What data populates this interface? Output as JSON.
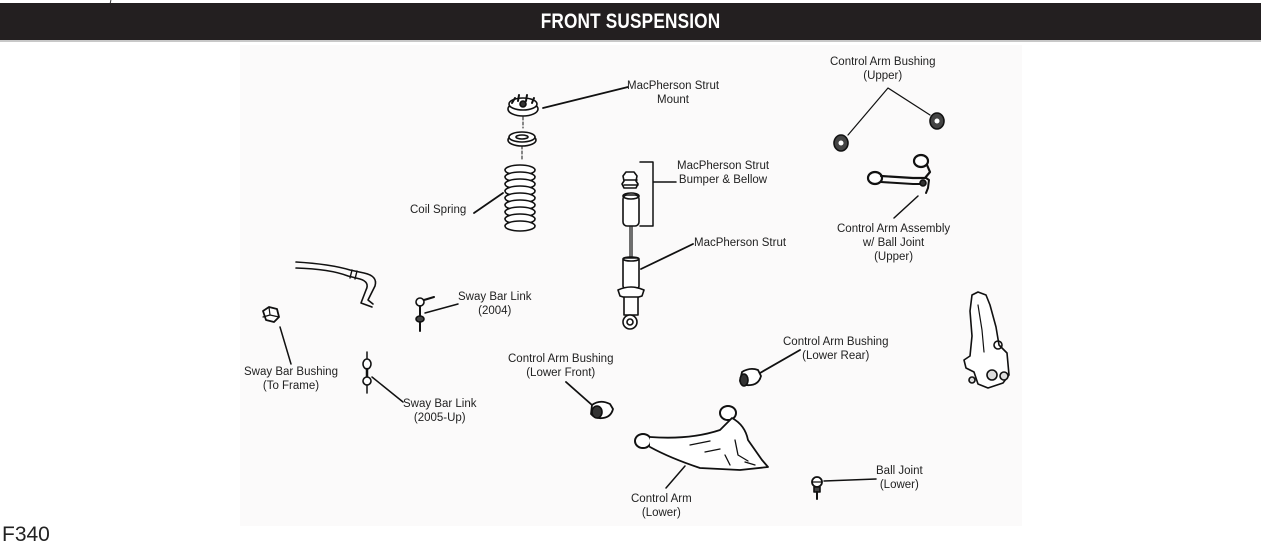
{
  "header": {
    "title": "FRONT SUSPENSION"
  },
  "figure_code": "F340",
  "colors": {
    "header_bg": "#231f20",
    "header_text": "#ffffff",
    "line": "#111111",
    "panel_bg": "#fbfafa"
  },
  "labels": {
    "strut_mount": [
      "MacPherson Strut",
      "Mount"
    ],
    "coil_spring": [
      "Coil Spring"
    ],
    "strut_bumper": [
      "MacPherson Strut",
      "Bumper & Bellow"
    ],
    "strut": [
      "MacPherson Strut"
    ],
    "ca_bushing_upper": [
      "Control Arm Bushing",
      "(Upper)"
    ],
    "ca_assembly_upper": [
      "Control Arm Assembly",
      "w/ Ball Joint",
      "(Upper)"
    ],
    "sway_link_2004": [
      "Sway Bar Link",
      "(2004)"
    ],
    "sway_bushing": [
      "Sway Bar Bushing",
      "(To Frame)"
    ],
    "sway_link_2005": [
      "Sway Bar Link",
      "(2005-Up)"
    ],
    "ca_bushing_lower_front": [
      "Control Arm Bushing",
      "(Lower Front)"
    ],
    "ca_bushing_lower_rear": [
      "Control Arm Bushing",
      "(Lower Rear)"
    ],
    "control_arm_lower": [
      "Control Arm",
      "(Lower)"
    ],
    "ball_joint_lower": [
      "Ball Joint",
      "(Lower)"
    ]
  }
}
